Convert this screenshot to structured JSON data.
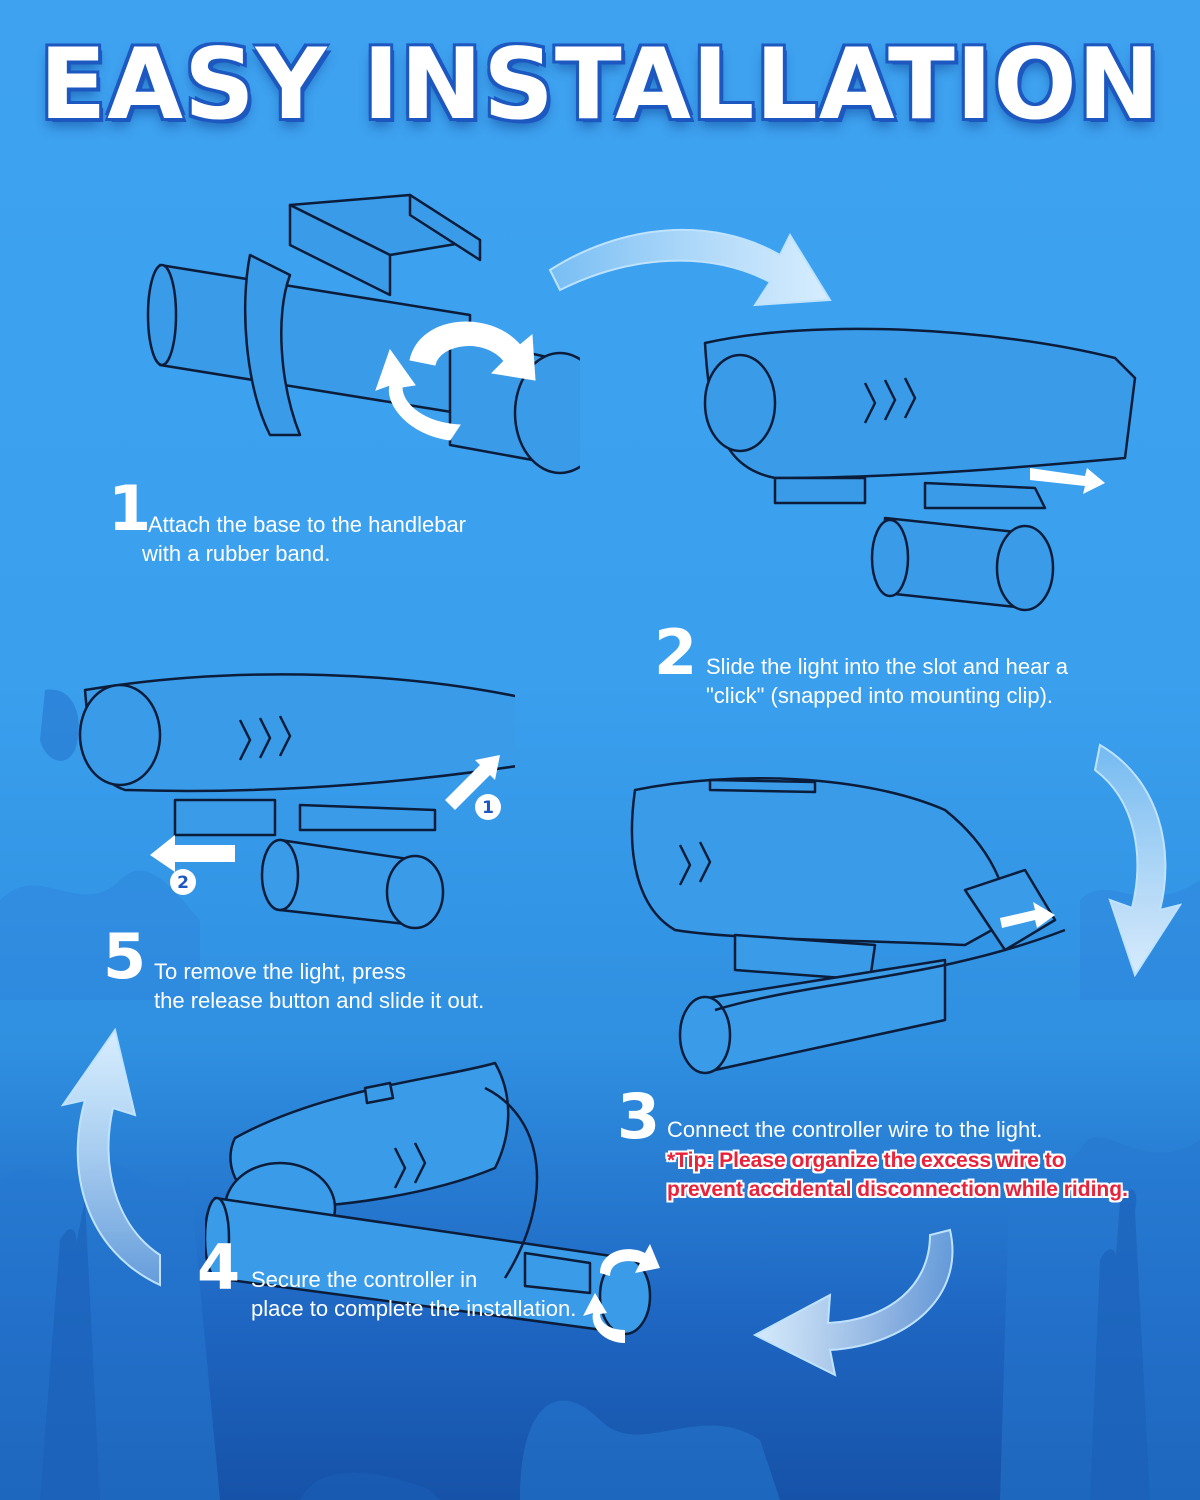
{
  "title": "EASY INSTALLATION",
  "colors": {
    "background_top": "#3ea2f0",
    "background_bottom": "#1652a8",
    "title_text": "#ffffff",
    "title_outline": "#1d57c0",
    "step_text": "#ffffff",
    "tip_text": "#e8223a",
    "illustration_stroke": "#0b1d3a",
    "illustration_fill": "#3a9be8"
  },
  "steps": [
    {
      "number": "1",
      "lines": [
        "Attach the base to the handlebar",
        "with a rubber band."
      ]
    },
    {
      "number": "2",
      "lines": [
        "Slide the light into the slot and hear a",
        "\"click\" (snapped into mounting clip)."
      ]
    },
    {
      "number": "3",
      "lines": [
        "Connect the controller wire to the light."
      ],
      "tip_lines": [
        "*Tip: Please organize the excess wire to",
        "prevent accidental disconnection while riding."
      ]
    },
    {
      "number": "4",
      "lines": [
        "Secure the controller in",
        "place to complete the installation."
      ]
    },
    {
      "number": "5",
      "lines": [
        "To remove the light, press",
        "the release button and slide it out."
      ]
    }
  ],
  "removal_markers": [
    "1",
    "2"
  ],
  "icons": [
    "rotate-arrow-icon",
    "slide-arrow-icon",
    "flow-arrow-icon",
    "shark-light-icon",
    "handlebar-icon"
  ]
}
